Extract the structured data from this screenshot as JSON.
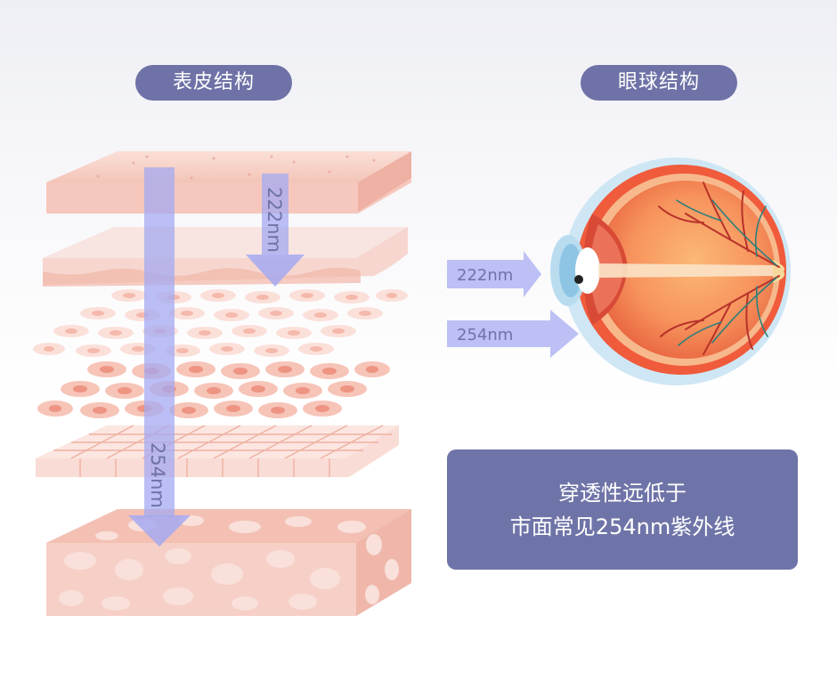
{
  "labels": {
    "skin_title": "表皮结构",
    "eye_title": "眼球结构",
    "skin_arrow_short": "222nm",
    "skin_arrow_long": "254nm",
    "eye_arrow_top": "222nm",
    "eye_arrow_bottom": "254nm"
  },
  "info_box": {
    "line1": "穿透性远低于",
    "line2": "市面常见254nm紫外线"
  },
  "colors": {
    "accent": "#6e72a6",
    "arrow": "#a9aef2",
    "skin": "#f6c9c0",
    "cell": "#f4a79a",
    "eye_red": "#d8432f"
  }
}
